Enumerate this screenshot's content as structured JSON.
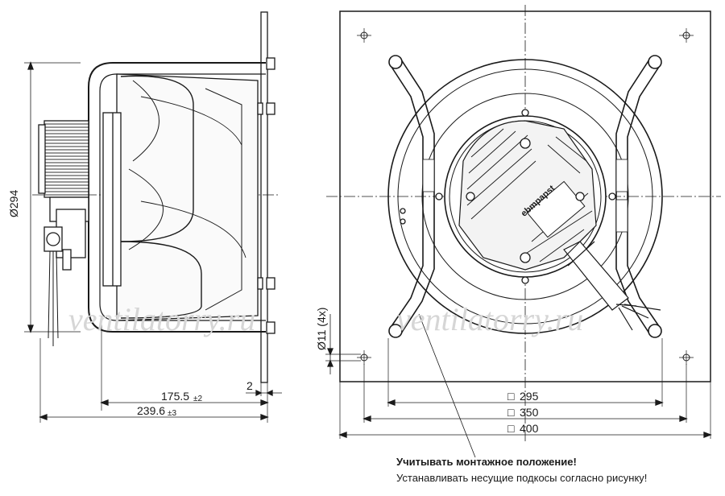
{
  "dimensions": {
    "side_height": "Ø294",
    "depth_inner": "175.5",
    "depth_inner_tol": "±2",
    "depth_total": "239.6",
    "depth_total_tol": "±3",
    "flange_thickness": "2",
    "hole_diameter": "Ø11 (4x)",
    "hole_spacing": "295",
    "inner_square": "350",
    "plate_size": "400",
    "square_symbol": "□"
  },
  "watermark": {
    "left": "ventilatorry.ru",
    "right": "ventilatorry.ru"
  },
  "motor_label": "ebmpapst",
  "notes": {
    "bold": "Учитывать монтажное положение!",
    "normal": "Устанавливать несущие подкосы согласно рисунку!"
  },
  "colors": {
    "line": "#1a1a1a",
    "watermark": "#d6d6d6"
  }
}
